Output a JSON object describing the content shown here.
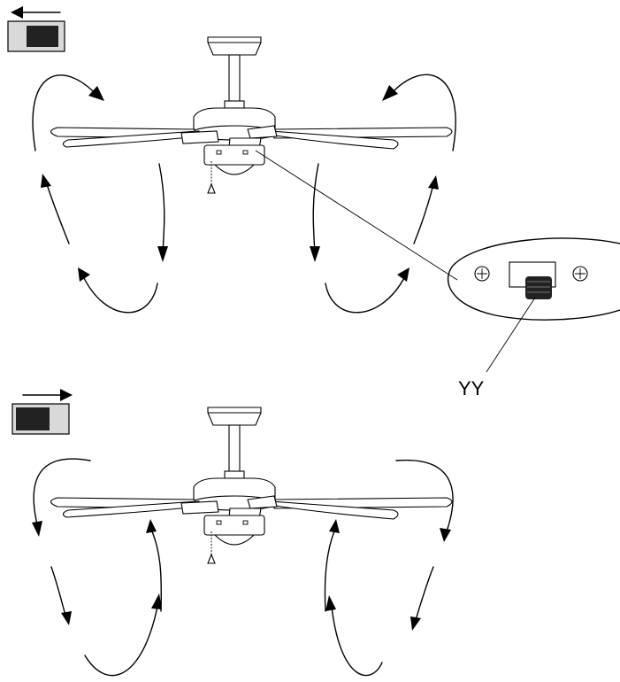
{
  "callout": {
    "label": "YY"
  },
  "top_mode": {
    "arrow_direction": "left",
    "icon": "switch-left-icon"
  },
  "bottom_mode": {
    "arrow_direction": "right",
    "icon": "switch-right-icon"
  },
  "colors": {
    "line": "#000000",
    "switch_frame": "#d9d9d9",
    "switch_knob": "#222222"
  }
}
